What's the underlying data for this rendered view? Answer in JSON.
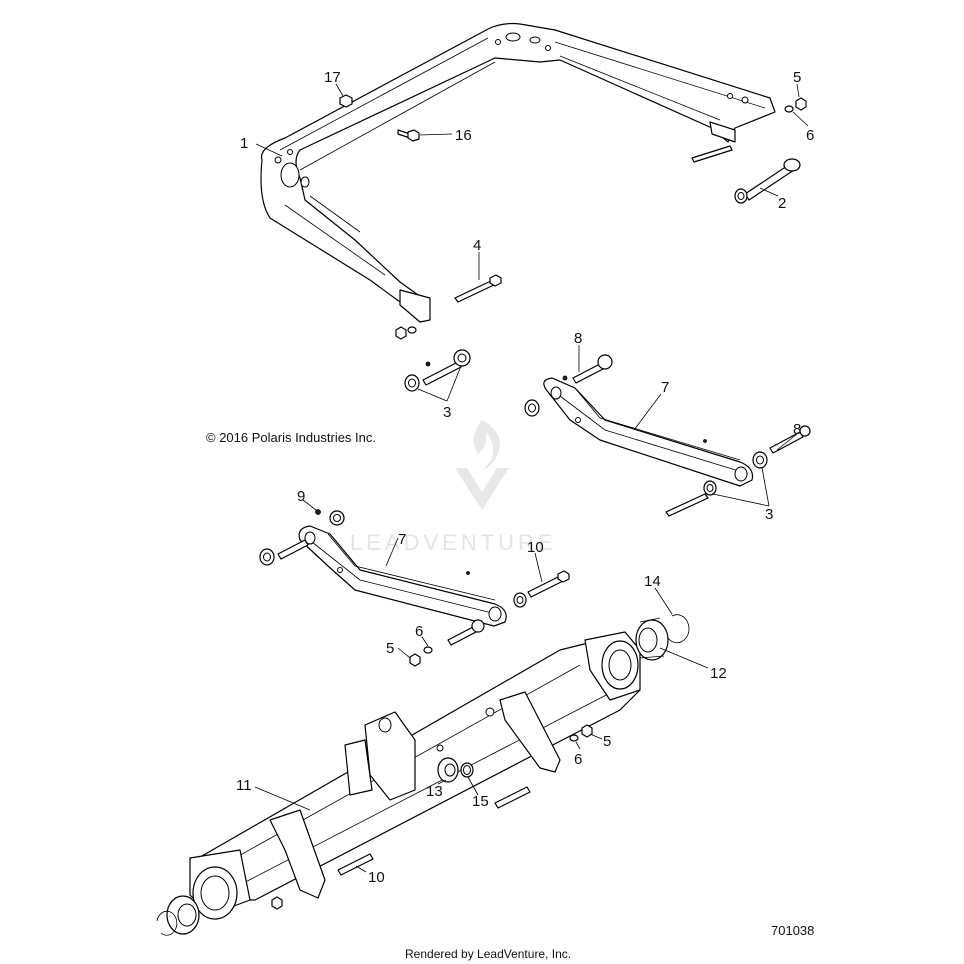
{
  "diagram": {
    "copyright": "© 2016 Polaris Industries Inc.",
    "diagram_number": "701038",
    "footer": "Rendered by LeadVenture, Inc.",
    "watermark": "LEADVENTURE",
    "callouts": [
      {
        "id": "c17",
        "label": "17"
      },
      {
        "id": "c5a",
        "label": "5"
      },
      {
        "id": "c6a",
        "label": "6"
      },
      {
        "id": "c1",
        "label": "1"
      },
      {
        "id": "c16",
        "label": "16"
      },
      {
        "id": "c2",
        "label": "2"
      },
      {
        "id": "c4",
        "label": "4"
      },
      {
        "id": "c8a",
        "label": "8"
      },
      {
        "id": "c7a",
        "label": "7"
      },
      {
        "id": "c3a",
        "label": "3"
      },
      {
        "id": "c8b",
        "label": "8"
      },
      {
        "id": "c3b",
        "label": "3"
      },
      {
        "id": "c9",
        "label": "9"
      },
      {
        "id": "c7b",
        "label": "7"
      },
      {
        "id": "c10a",
        "label": "10"
      },
      {
        "id": "c14",
        "label": "14"
      },
      {
        "id": "c6b",
        "label": "6"
      },
      {
        "id": "c5b",
        "label": "5"
      },
      {
        "id": "c12",
        "label": "12"
      },
      {
        "id": "c11",
        "label": "11"
      },
      {
        "id": "c5c",
        "label": "5"
      },
      {
        "id": "c6c",
        "label": "6"
      },
      {
        "id": "c13",
        "label": "13"
      },
      {
        "id": "c15",
        "label": "15"
      },
      {
        "id": "c10b",
        "label": "10"
      }
    ]
  }
}
